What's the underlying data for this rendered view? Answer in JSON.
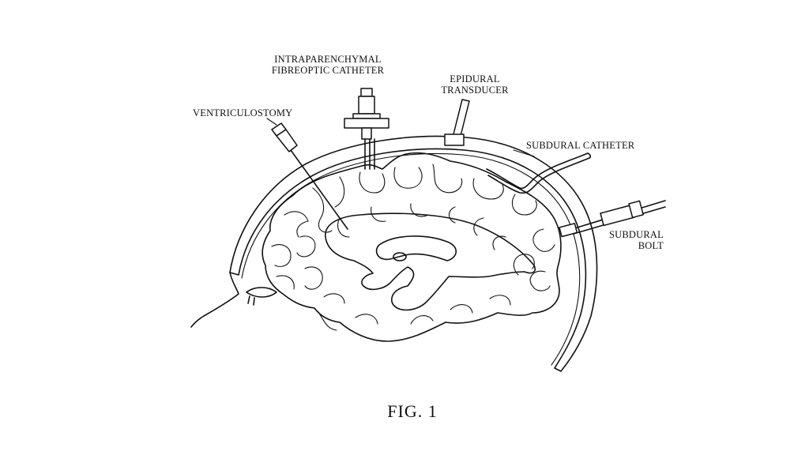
{
  "labels": {
    "intraparenchymal_line1": "INTRAPARENCHYMAL",
    "intraparenchymal_line2": "FIBREOPTIC CATHETER",
    "epidural_line1": "EPIDURAL",
    "epidural_line2": "TRANSDUCER",
    "ventriculostomy": "VENTRICULOSTOMY",
    "subdural_catheter": "SUBDURAL CATHETER",
    "subdural_bolt_line1": "SUBDURAL",
    "subdural_bolt_line2": "BOLT"
  },
  "caption": "FIG. 1",
  "colors": {
    "ink": "#111111",
    "background": "#ffffff"
  }
}
